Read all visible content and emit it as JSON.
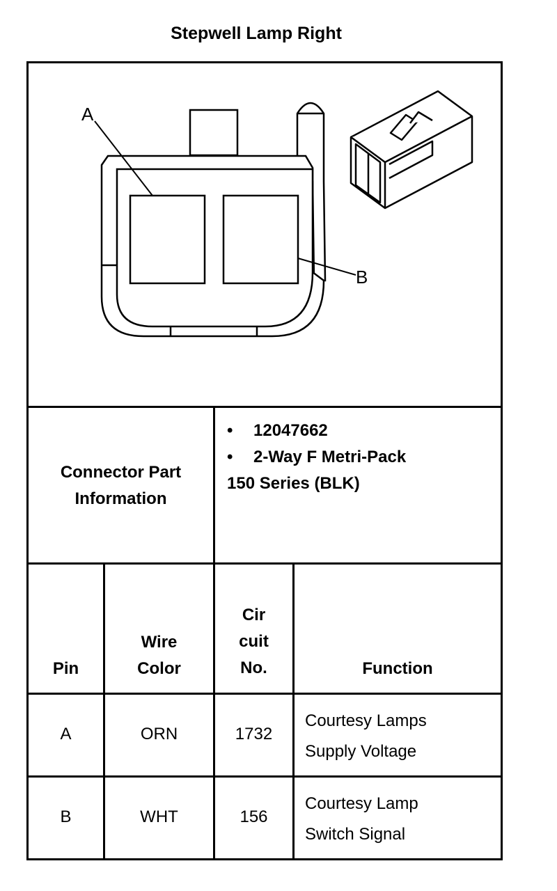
{
  "title": "Stepwell Lamp Right",
  "diagram": {
    "label_a": "A",
    "label_b": "B"
  },
  "connector_info": {
    "label_line1": "Connector Part",
    "label_line2": "Information",
    "bullets": [
      "12047662",
      "2-Way F Metri-Pack"
    ],
    "continuation": "150 Series (BLK)"
  },
  "table": {
    "headers": {
      "pin": "Pin",
      "wire_color": [
        "Wire",
        "Color"
      ],
      "circuit": [
        "Cir",
        "cuit",
        "No."
      ],
      "function": "Function"
    },
    "rows": [
      {
        "pin": "A",
        "wire_color": "ORN",
        "circuit": "1732",
        "function": [
          "Courtesy Lamps",
          "Supply Voltage"
        ]
      },
      {
        "pin": "B",
        "wire_color": "WHT",
        "circuit": "156",
        "function": [
          "Courtesy Lamp",
          "Switch Signal"
        ]
      }
    ]
  }
}
